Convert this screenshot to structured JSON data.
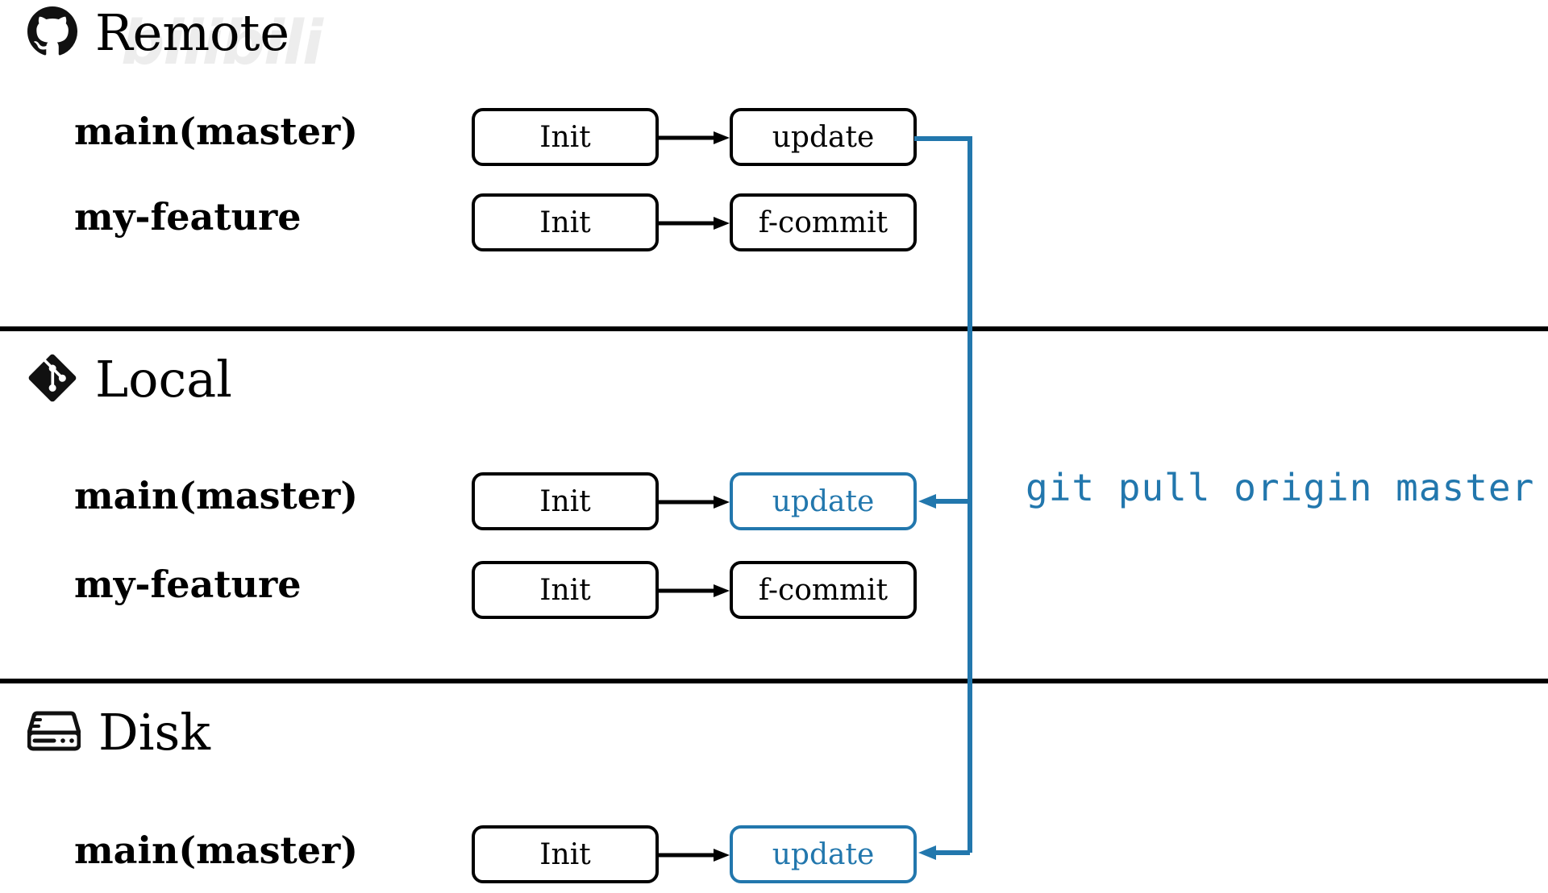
{
  "watermark": "bilibili",
  "accent_color": "#2277AD",
  "line_color": "#000000",
  "background": "#ffffff",
  "sections": [
    {
      "id": "remote",
      "title": "Remote",
      "icon": "github-icon",
      "branches": [
        {
          "label": "main(master)",
          "nodes": [
            {
              "label": "Init",
              "highlighted": false
            },
            {
              "label": "update",
              "highlighted": false
            }
          ]
        },
        {
          "label": "my-feature",
          "nodes": [
            {
              "label": "Init",
              "highlighted": false
            },
            {
              "label": "f-commit",
              "highlighted": false
            }
          ]
        }
      ]
    },
    {
      "id": "local",
      "title": "Local",
      "icon": "git-icon",
      "branches": [
        {
          "label": "main(master)",
          "nodes": [
            {
              "label": "Init",
              "highlighted": false
            },
            {
              "label": "update",
              "highlighted": true
            }
          ]
        },
        {
          "label": "my-feature",
          "nodes": [
            {
              "label": "Init",
              "highlighted": false
            },
            {
              "label": "f-commit",
              "highlighted": false
            }
          ]
        }
      ]
    },
    {
      "id": "disk",
      "title": "Disk",
      "icon": "hard-drive-icon",
      "branches": [
        {
          "label": "main(master)",
          "nodes": [
            {
              "label": "Init",
              "highlighted": false
            },
            {
              "label": "update",
              "highlighted": true
            }
          ]
        }
      ]
    }
  ],
  "command": {
    "text": "git pull origin master",
    "color": "#2277AD"
  }
}
